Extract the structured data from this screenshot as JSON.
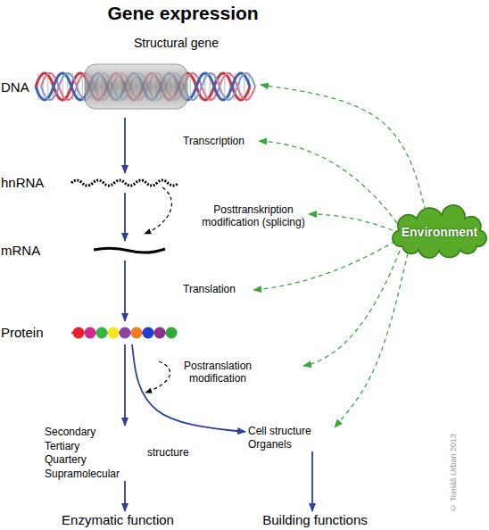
{
  "diagram": {
    "title": "Gene expression",
    "nodes": [
      {
        "text": [
          "Structural gene",
          "DNA"
        ]
      },
      {
        "text": [
          "hnRNA"
        ]
      },
      {
        "text": [
          "mRNA"
        ]
      },
      {
        "text": [
          "Protein"
        ]
      },
      {
        "text": [
          "Secondary Tertiary Quartery Supramolecular",
          "structure"
        ]
      },
      {
        "text": [
          "Cell structure Organels"
        ]
      },
      {
        "text": [
          "Enzymatic function"
        ]
      },
      {
        "text": [
          "Building functions"
        ]
      },
      {
        "text": [
          "Environment"
        ]
      }
    ],
    "edges": [
      {
        "from": 0,
        "to": 1,
        "arrow": "to"
      },
      {
        "from": 1,
        "to": 2,
        "arrow": "to"
      },
      {
        "from": 2,
        "to": 3,
        "arrow": "to"
      },
      {
        "from": 3,
        "to": 4,
        "arrow": "to"
      },
      {
        "from": 3,
        "to": 5,
        "arrow": "to"
      },
      {
        "from": 4,
        "to": 6,
        "arrow": "to"
      },
      {
        "from": 5,
        "to": 7,
        "arrow": "to"
      },
      {
        "from": 8,
        "to": 0,
        "arrow": "to"
      },
      {
        "from": 8,
        "to": 5,
        "arrow": "to"
      }
    ],
    "labels": [
      "Transcription",
      "Posttranskription modification (splicing)",
      "Translation",
      "Postranslation modification",
      "© Tomáš Urban 2013"
    ]
  }
}
